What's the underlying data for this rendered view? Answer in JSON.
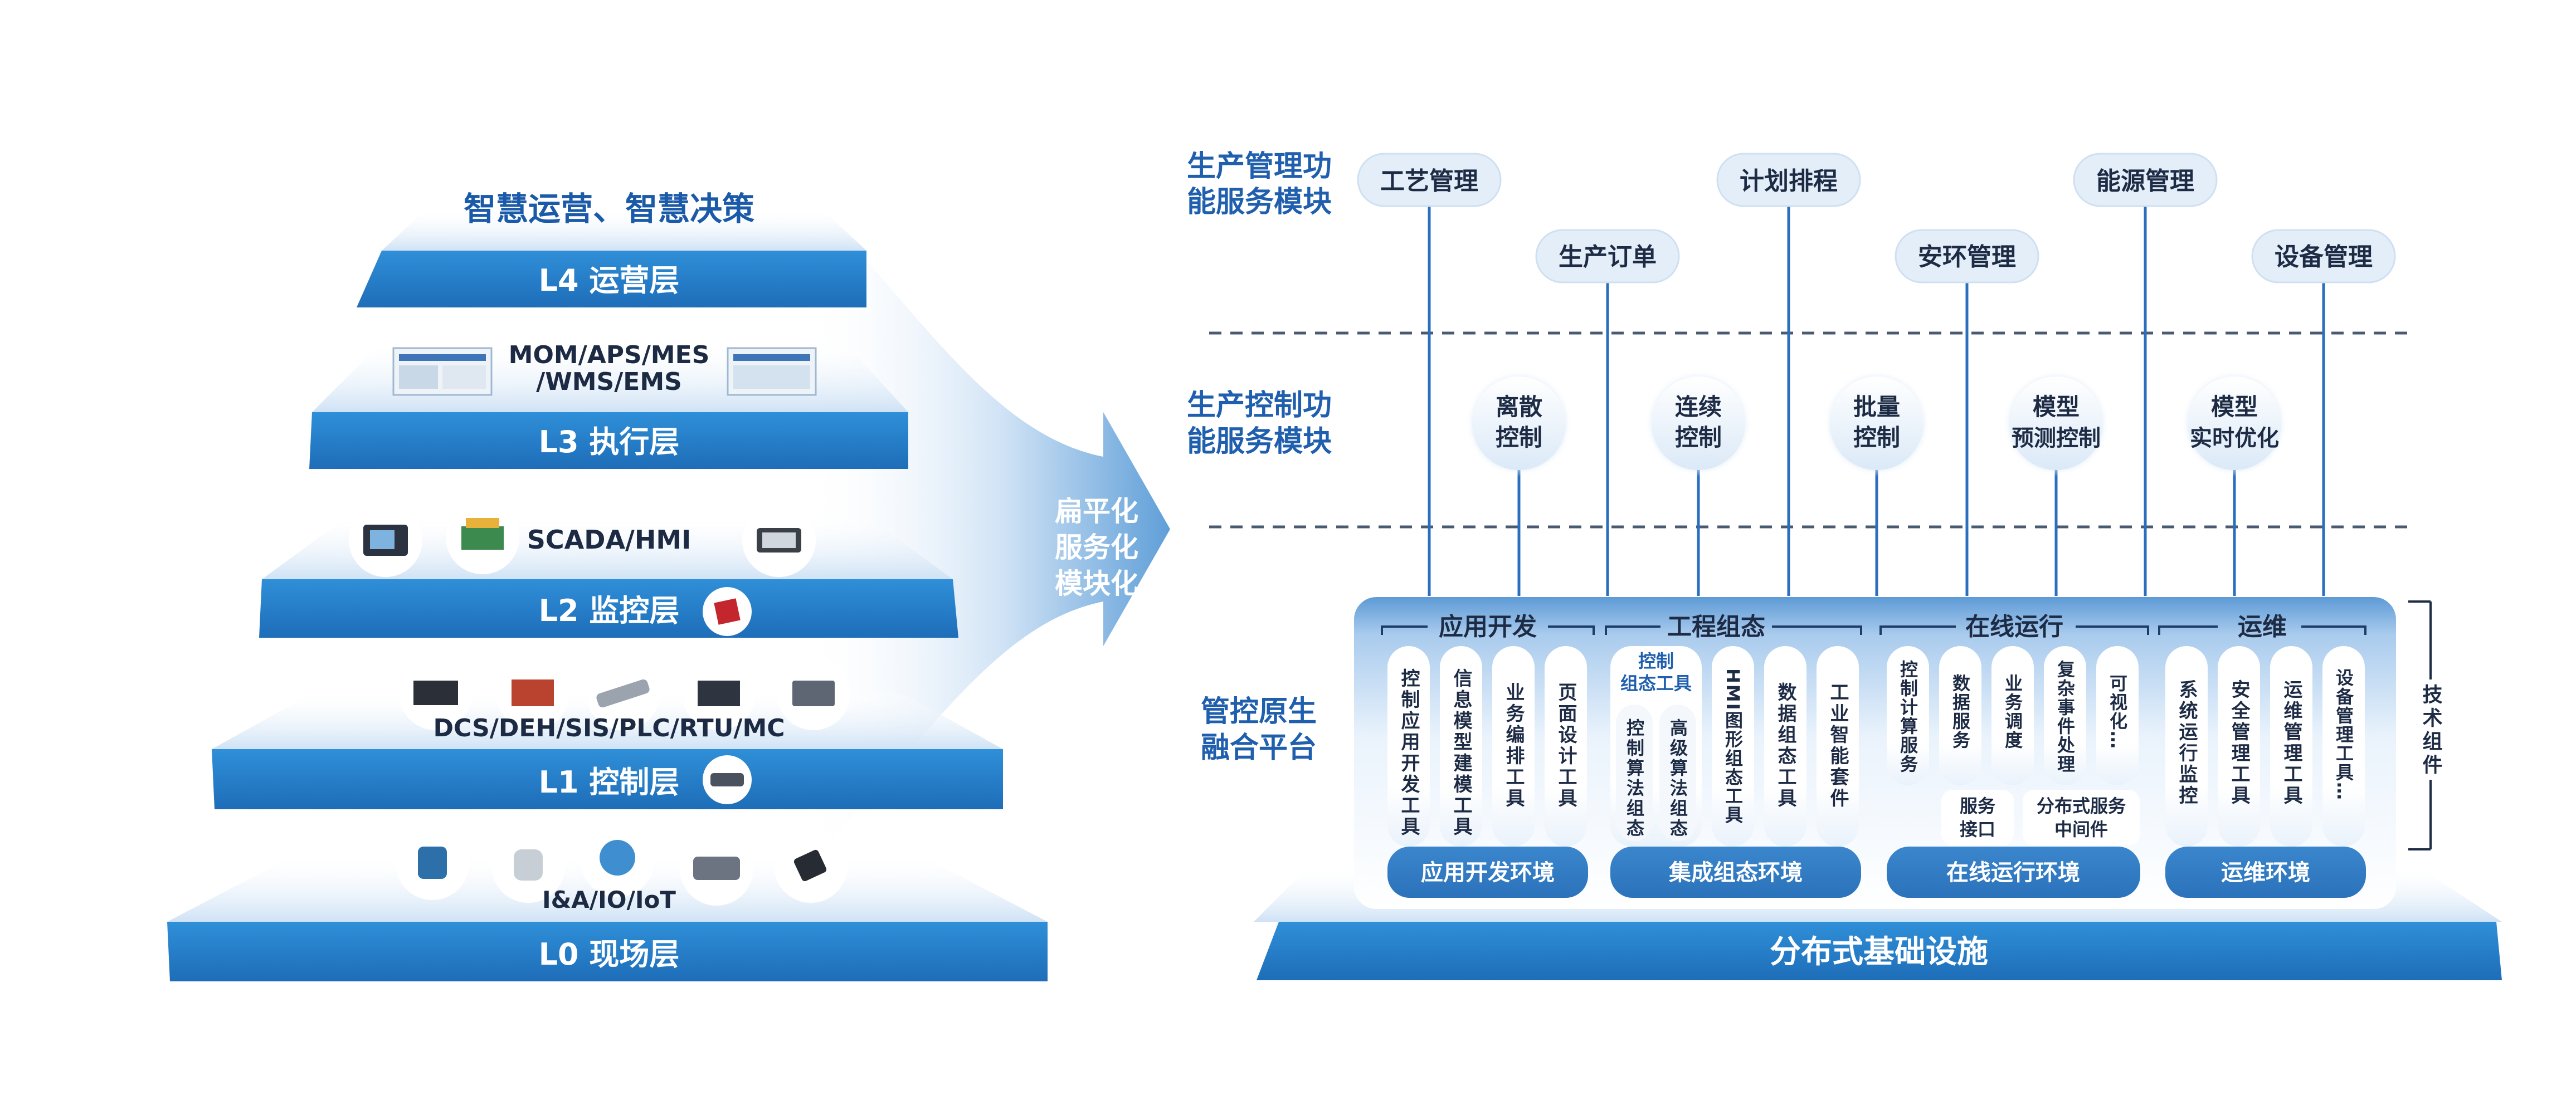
{
  "pyramid": {
    "top_title": "智慧运营、智慧决策",
    "layers": [
      {
        "label": "L4 运营层"
      },
      {
        "label": "L3 执行层",
        "systems": [
          "MOM/APS/MES",
          "/WMS/EMS"
        ]
      },
      {
        "label": "L2 监控层",
        "systems": "SCADA/HMI"
      },
      {
        "label": "L1 控制层",
        "systems": "DCS/DEH/SIS/PLC/RTU/MC"
      },
      {
        "label": "L0 现场层",
        "systems": "I&A/IO/IoT"
      }
    ]
  },
  "arrow": {
    "lines": [
      "扁平化",
      "服务化",
      "模块化"
    ]
  },
  "architecture": {
    "row_labels": {
      "production_management": [
        "生产管理功",
        "能服务模块"
      ],
      "production_control": [
        "生产控制功",
        "能服务模块"
      ],
      "platform": [
        "管控原生",
        "融合平台"
      ]
    },
    "management_modules": [
      "工艺管理",
      "计划排程",
      "能源管理",
      "生产订单",
      "安环管理",
      "设备管理"
    ],
    "control_modules": [
      [
        "离散",
        "控制"
      ],
      [
        "连续",
        "控制"
      ],
      [
        "批量",
        "控制"
      ],
      [
        "模型",
        "预测控制"
      ],
      [
        "模型",
        "实时优化"
      ]
    ],
    "groups": [
      {
        "title": "应用开发",
        "items": [
          "控制应用开发工具",
          "信息模型建模工具",
          "业务编排工具",
          "页面设计工具"
        ],
        "env": "应用开发环境"
      },
      {
        "title": "工程组态",
        "sub_title": [
          "控制",
          "组态工具"
        ],
        "items": [
          "控制算法组态",
          "高级算法组态",
          "HMI图形组态工具",
          "数据组态工具",
          "工业智能套件"
        ],
        "env": "集成组态环境"
      },
      {
        "title": "在线运行",
        "items": [
          "控制计算服务",
          "数据服务",
          "业务调度",
          "复杂事件处理",
          "可视化…"
        ],
        "bottom_items": [
          [
            "服务",
            "接口"
          ],
          [
            "分布式服务",
            "中间件"
          ]
        ],
        "env": "在线运行环境"
      },
      {
        "title": "运维",
        "items": [
          "系统运行监控",
          "安全管理工具",
          "运维管理工具",
          "设备管理工具…"
        ],
        "env": "运维环境"
      }
    ],
    "side_label": "技术组件",
    "foundation": "分布式基础设施"
  },
  "colors": {
    "primary": "#2a7ac0",
    "deep": "#1f5fae",
    "light": "#e6f0fa",
    "text": "#1d2b45"
  }
}
